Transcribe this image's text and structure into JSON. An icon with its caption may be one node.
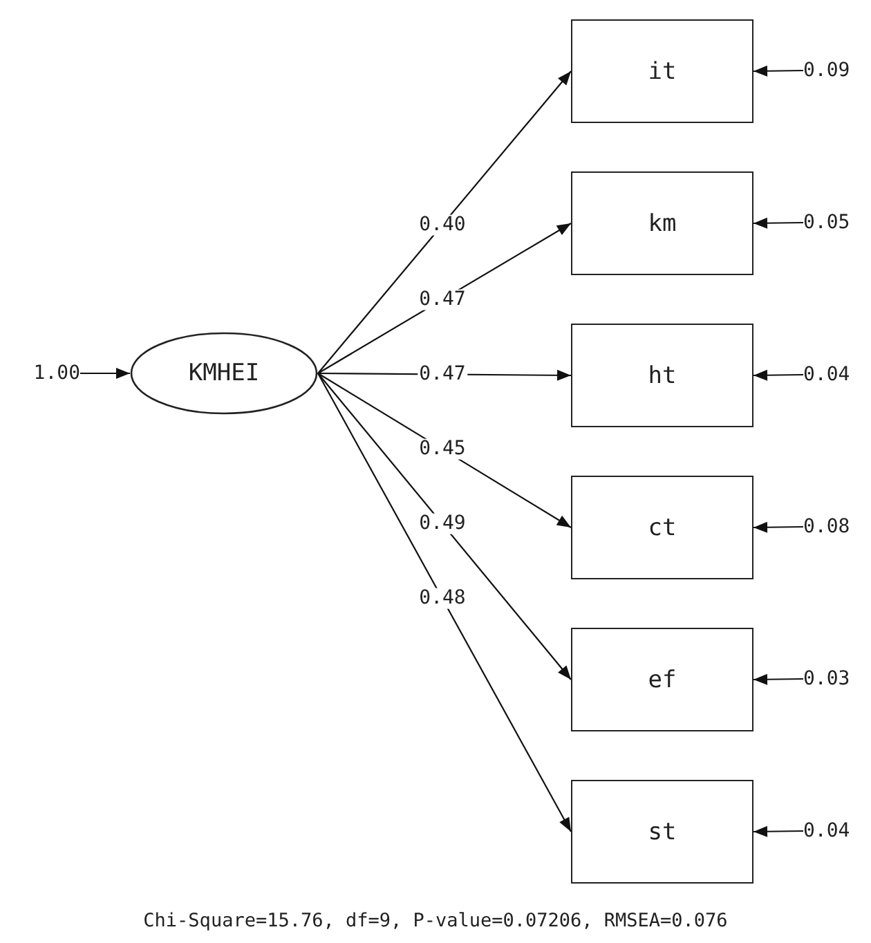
{
  "diagram": {
    "caption": "Chi-Square=15.76, df=9, P-value=0.07206, RMSEA=0.076",
    "nodes": [
      {
        "text": [
          "1.00"
        ]
      },
      {
        "text": [
          "KMHEI"
        ]
      },
      {
        "text": [
          "it"
        ]
      },
      {
        "text": [
          "km"
        ]
      },
      {
        "text": [
          "ht"
        ]
      },
      {
        "text": [
          "ct"
        ]
      },
      {
        "text": [
          "ef"
        ]
      },
      {
        "text": [
          "st"
        ]
      },
      {
        "text": [
          "0.09"
        ]
      },
      {
        "text": [
          "0.05"
        ]
      },
      {
        "text": [
          "0.04"
        ]
      },
      {
        "text": [
          "0.08"
        ]
      },
      {
        "text": [
          "0.03"
        ]
      },
      {
        "text": [
          "0.04"
        ]
      }
    ],
    "edges": [
      {
        "from": 0,
        "to": 1,
        "arrow": "to"
      },
      {
        "from": 1,
        "to": 2,
        "arrow": "to",
        "label": "0.40"
      },
      {
        "from": 1,
        "to": 3,
        "arrow": "to",
        "label": "0.47"
      },
      {
        "from": 1,
        "to": 4,
        "arrow": "to",
        "label": "0.47"
      },
      {
        "from": 1,
        "to": 5,
        "arrow": "to",
        "label": "0.45"
      },
      {
        "from": 1,
        "to": 6,
        "arrow": "to",
        "label": "0.49"
      },
      {
        "from": 1,
        "to": 7,
        "arrow": "to",
        "label": "0.48"
      },
      {
        "from": 8,
        "to": 2,
        "arrow": "to"
      },
      {
        "from": 9,
        "to": 3,
        "arrow": "to"
      },
      {
        "from": 10,
        "to": 4,
        "arrow": "to"
      },
      {
        "from": 11,
        "to": 5,
        "arrow": "to"
      },
      {
        "from": 12,
        "to": 6,
        "arrow": "to"
      },
      {
        "from": 13,
        "to": 7,
        "arrow": "to"
      }
    ]
  }
}
